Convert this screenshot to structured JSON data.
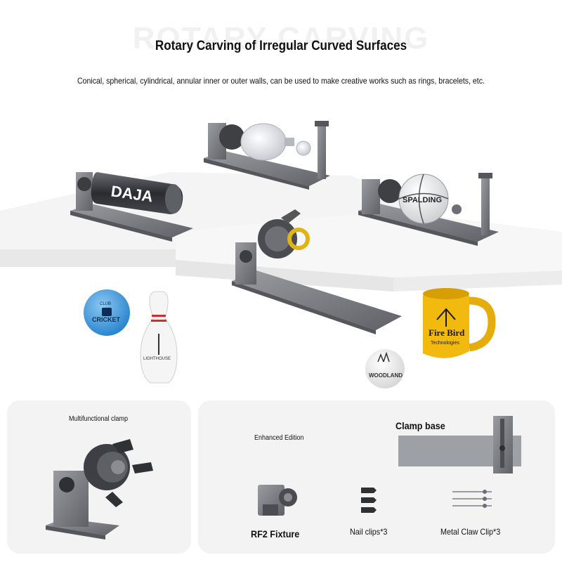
{
  "header": {
    "watermark": "ROTARY CARVING",
    "title": "Rotary Carving of Irregular Curved Surfaces",
    "subtitle": "Conical, spherical, cylindrical, annular inner or outer walls, can be used to make creative works such as rings, bracelets, etc."
  },
  "hero": {
    "tumbler_brand": "DAJA",
    "basketball_brand": "SPALDING",
    "cricket_ball_text": "CRICKET",
    "cricket_ball_top": "CLUB",
    "bowling_pin_text": "LIGHTHOUSE",
    "golf_ball_text": "WOODLAND",
    "mug_text_line1": "Fire Bird",
    "mug_text_line2": "Technologies",
    "colors": {
      "mug": "#f2b90f",
      "cricket_ball": "#3b9be0",
      "fixture": "#7b7d82"
    }
  },
  "left_card": {
    "label": "Multifunctional clamp"
  },
  "right_card": {
    "edition": "Enhanced Edition",
    "clamp_base": "Clamp base",
    "rf2": "RF2 Fixture",
    "nail_clips": "Nail clips*3",
    "metal_claw": "Metal Claw Clip*3"
  }
}
